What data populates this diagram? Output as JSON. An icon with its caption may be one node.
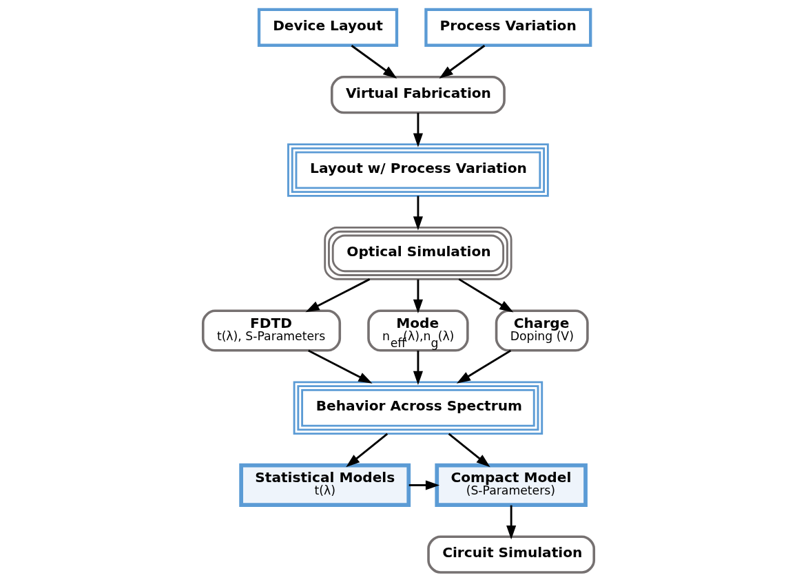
{
  "diagram": {
    "nodes": [
      {
        "text": [
          "Device Layout"
        ]
      },
      {
        "text": [
          "Process Variation"
        ]
      },
      {
        "text": [
          "Virtual Fabrication"
        ]
      },
      {
        "text": [
          "Layout w/ Process Variation"
        ]
      },
      {
        "text": [
          "Optical Simulation"
        ]
      },
      {
        "text": [
          "FDTD",
          "t(λ), S-Parameters"
        ]
      },
      {
        "text": [
          "Mode",
          "n$_{eff}$(λ),n$_{g}$(λ)"
        ]
      },
      {
        "text": [
          "Charge",
          "Doping (V)"
        ]
      },
      {
        "text": [
          "Behavior Across Spectrum"
        ]
      },
      {
        "text": [
          "Statistical Models",
          "t(λ)"
        ]
      },
      {
        "text": [
          "Compact Model",
          "(S-Parameters)"
        ]
      },
      {
        "text": [
          "Circuit Simulation"
        ]
      }
    ],
    "edges": [
      {
        "from": 0,
        "to": 2,
        "arrow": "to"
      },
      {
        "from": 1,
        "to": 2,
        "arrow": "to"
      },
      {
        "from": 2,
        "to": 3,
        "arrow": "to"
      },
      {
        "from": 3,
        "to": 4,
        "arrow": "to"
      },
      {
        "from": 4,
        "to": 5,
        "arrow": "to"
      },
      {
        "from": 4,
        "to": 6,
        "arrow": "to"
      },
      {
        "from": 4,
        "to": 7,
        "arrow": "to"
      },
      {
        "from": 5,
        "to": 8,
        "arrow": "to"
      },
      {
        "from": 6,
        "to": 8,
        "arrow": "to"
      },
      {
        "from": 7,
        "to": 8,
        "arrow": "to"
      },
      {
        "from": 8,
        "to": 9,
        "arrow": "to"
      },
      {
        "from": 8,
        "to": 10,
        "arrow": "to"
      },
      {
        "from": 9,
        "to": 10,
        "arrow": "to"
      },
      {
        "from": 10,
        "to": 11,
        "arrow": "to"
      }
    ]
  }
}
